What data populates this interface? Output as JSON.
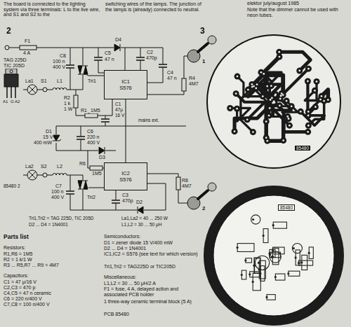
{
  "diagram": {
    "nodes": [
      {
        "text": [
          "IC1",
          "S576"
        ]
      },
      {
        "text": [
          "IC2",
          "S576"
        ]
      }
    ],
    "edges": [
      {
        "from": 0,
        "to": 1,
        "arrow": "none"
      }
    ],
    "labels": [
      "The board is connected to the lighting system via three terminals: L to the live wire, and S1 and S2 to the",
      "switching wires of the lamps. The junction of the lamps is (already) connected to neutral.",
      "elektor july/august 1985",
      "Note that the dimmer cannot be used with neon tubes.",
      "2",
      "3",
      "F1",
      "4 A",
      "TAG 225D",
      "TIC 205D",
      "A1",
      "G",
      "A2",
      "La1",
      "S1",
      "L1",
      "C8",
      "100 n",
      "400 V",
      "Tri1",
      "C5",
      "47 n",
      "D4",
      "C2",
      "470p",
      "C4",
      "47 n",
      "R4",
      "4M7",
      "1",
      "R1",
      "1M5",
      "R2",
      "1 k",
      "1 W",
      "C1",
      "47μ",
      "16 V",
      "mains ext.",
      "D1",
      "15 V",
      "400 mW",
      "C6",
      "220 n",
      "400 V",
      "D3",
      "R6",
      "1M5",
      "La2",
      "S2",
      "L2",
      "85480 2",
      "C7",
      "100 n",
      "400 V",
      "Tri2",
      "C3",
      "470p",
      "D2",
      "R8",
      "4M7",
      "2",
      "La1,La2 = 40 ... 250 W",
      "L1,L2 = 30 ... 50 μH",
      "Tri1,Tri2 = TAG 225D, TIC 205D",
      "D2 ... D4 = 1N4001",
      "Parts list",
      "Resistors:",
      "R1,R6 = 1M5",
      "R2 = 1 k/1 W",
      "R3 ... R5,R7 ... R9 = 4M7",
      "Capacitors:",
      "C1 = 47 μ/16 V",
      "C2,C3 = 470 p",
      "C4,C5 = 47 n ceramic",
      "C6 = 220 n/400 V",
      "C7,C8 = 100 n/400 V",
      "Semiconductors:",
      "D1 = zener diode 15 V/400 mW",
      "D2 ... D4 = 1N4001",
      "IC1,IC2 = S576 (see text for which version)",
      "Tri1,Tri2 = TAG225D or TIC205D",
      "Miscellaneous:",
      "L1,L2 = 30 ... 50 μH/2 A",
      "F1 = fuse, 4 A, delayed action and associated PCB holder",
      "1 three-way ceramic terminal block (5 A)",
      "PCB 85480",
      "85480",
      "85480"
    ]
  }
}
